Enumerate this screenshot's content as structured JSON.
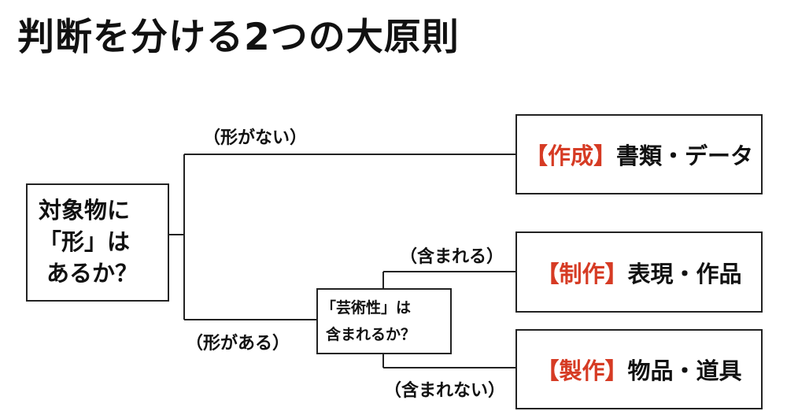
{
  "title": "判断を分ける2つの大原則",
  "root": {
    "lines": [
      "対象物に",
      "「形」は",
      "あるか？"
    ]
  },
  "middle": {
    "lines": [
      "「芸術性」は",
      "含まれるか？"
    ]
  },
  "branch_labels": {
    "no_shape": "（形がない）",
    "has_shape": "（形がある）",
    "included": "（含まれる）",
    "not_included": "（含まれない）"
  },
  "results": [
    {
      "tag": "【作成】",
      "text": "書類・データ"
    },
    {
      "tag": "【制作】",
      "text": "表現・作品"
    },
    {
      "tag": "【製作】",
      "text": "物品・道具"
    }
  ],
  "colors": {
    "accent": "#d63b24",
    "line": "#222222",
    "text": "#111111"
  }
}
